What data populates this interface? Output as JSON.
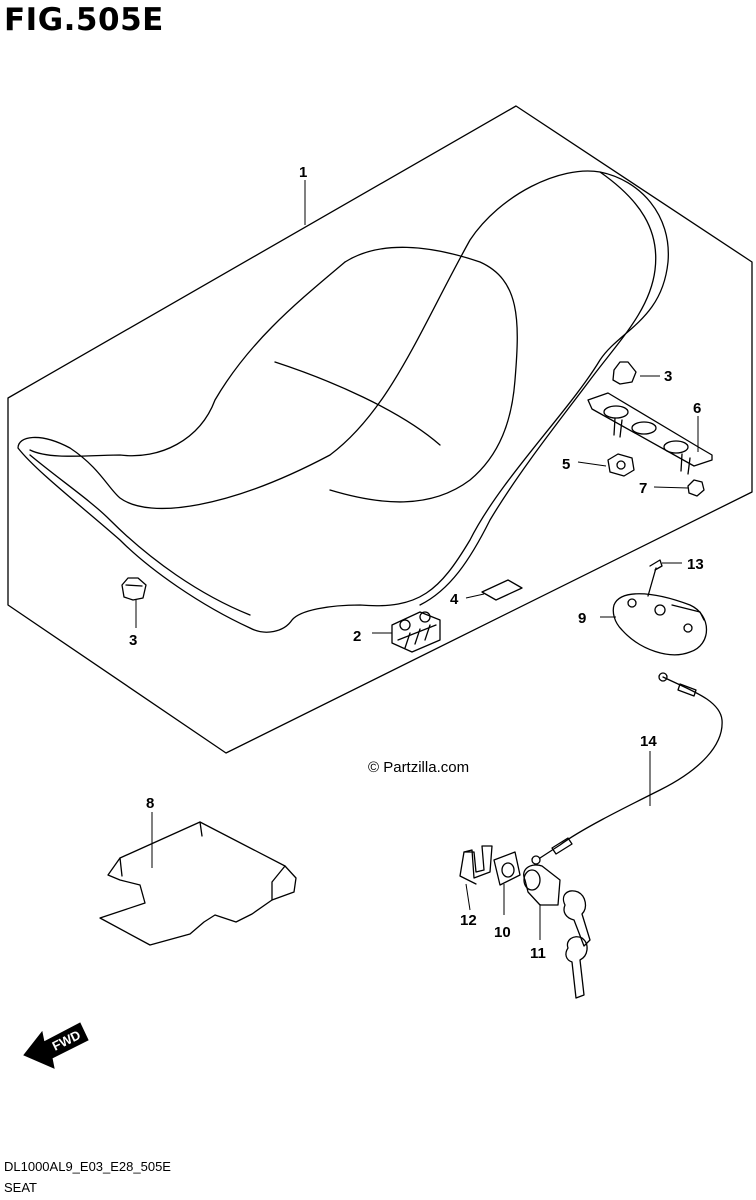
{
  "figure": {
    "title": "FIG.505E"
  },
  "watermark": "© Partzilla.com",
  "direction_label": "FWD",
  "callouts": {
    "c1": "1",
    "c2": "2",
    "c3a": "3",
    "c3b": "3",
    "c4": "4",
    "c5": "5",
    "c6": "6",
    "c7": "7",
    "c8": "8",
    "c9": "9",
    "c10": "10",
    "c11": "11",
    "c12": "12",
    "c13": "13",
    "c14": "14"
  },
  "footer": {
    "code": "DL1000AL9_E03_E28_505E",
    "name": "SEAT"
  }
}
